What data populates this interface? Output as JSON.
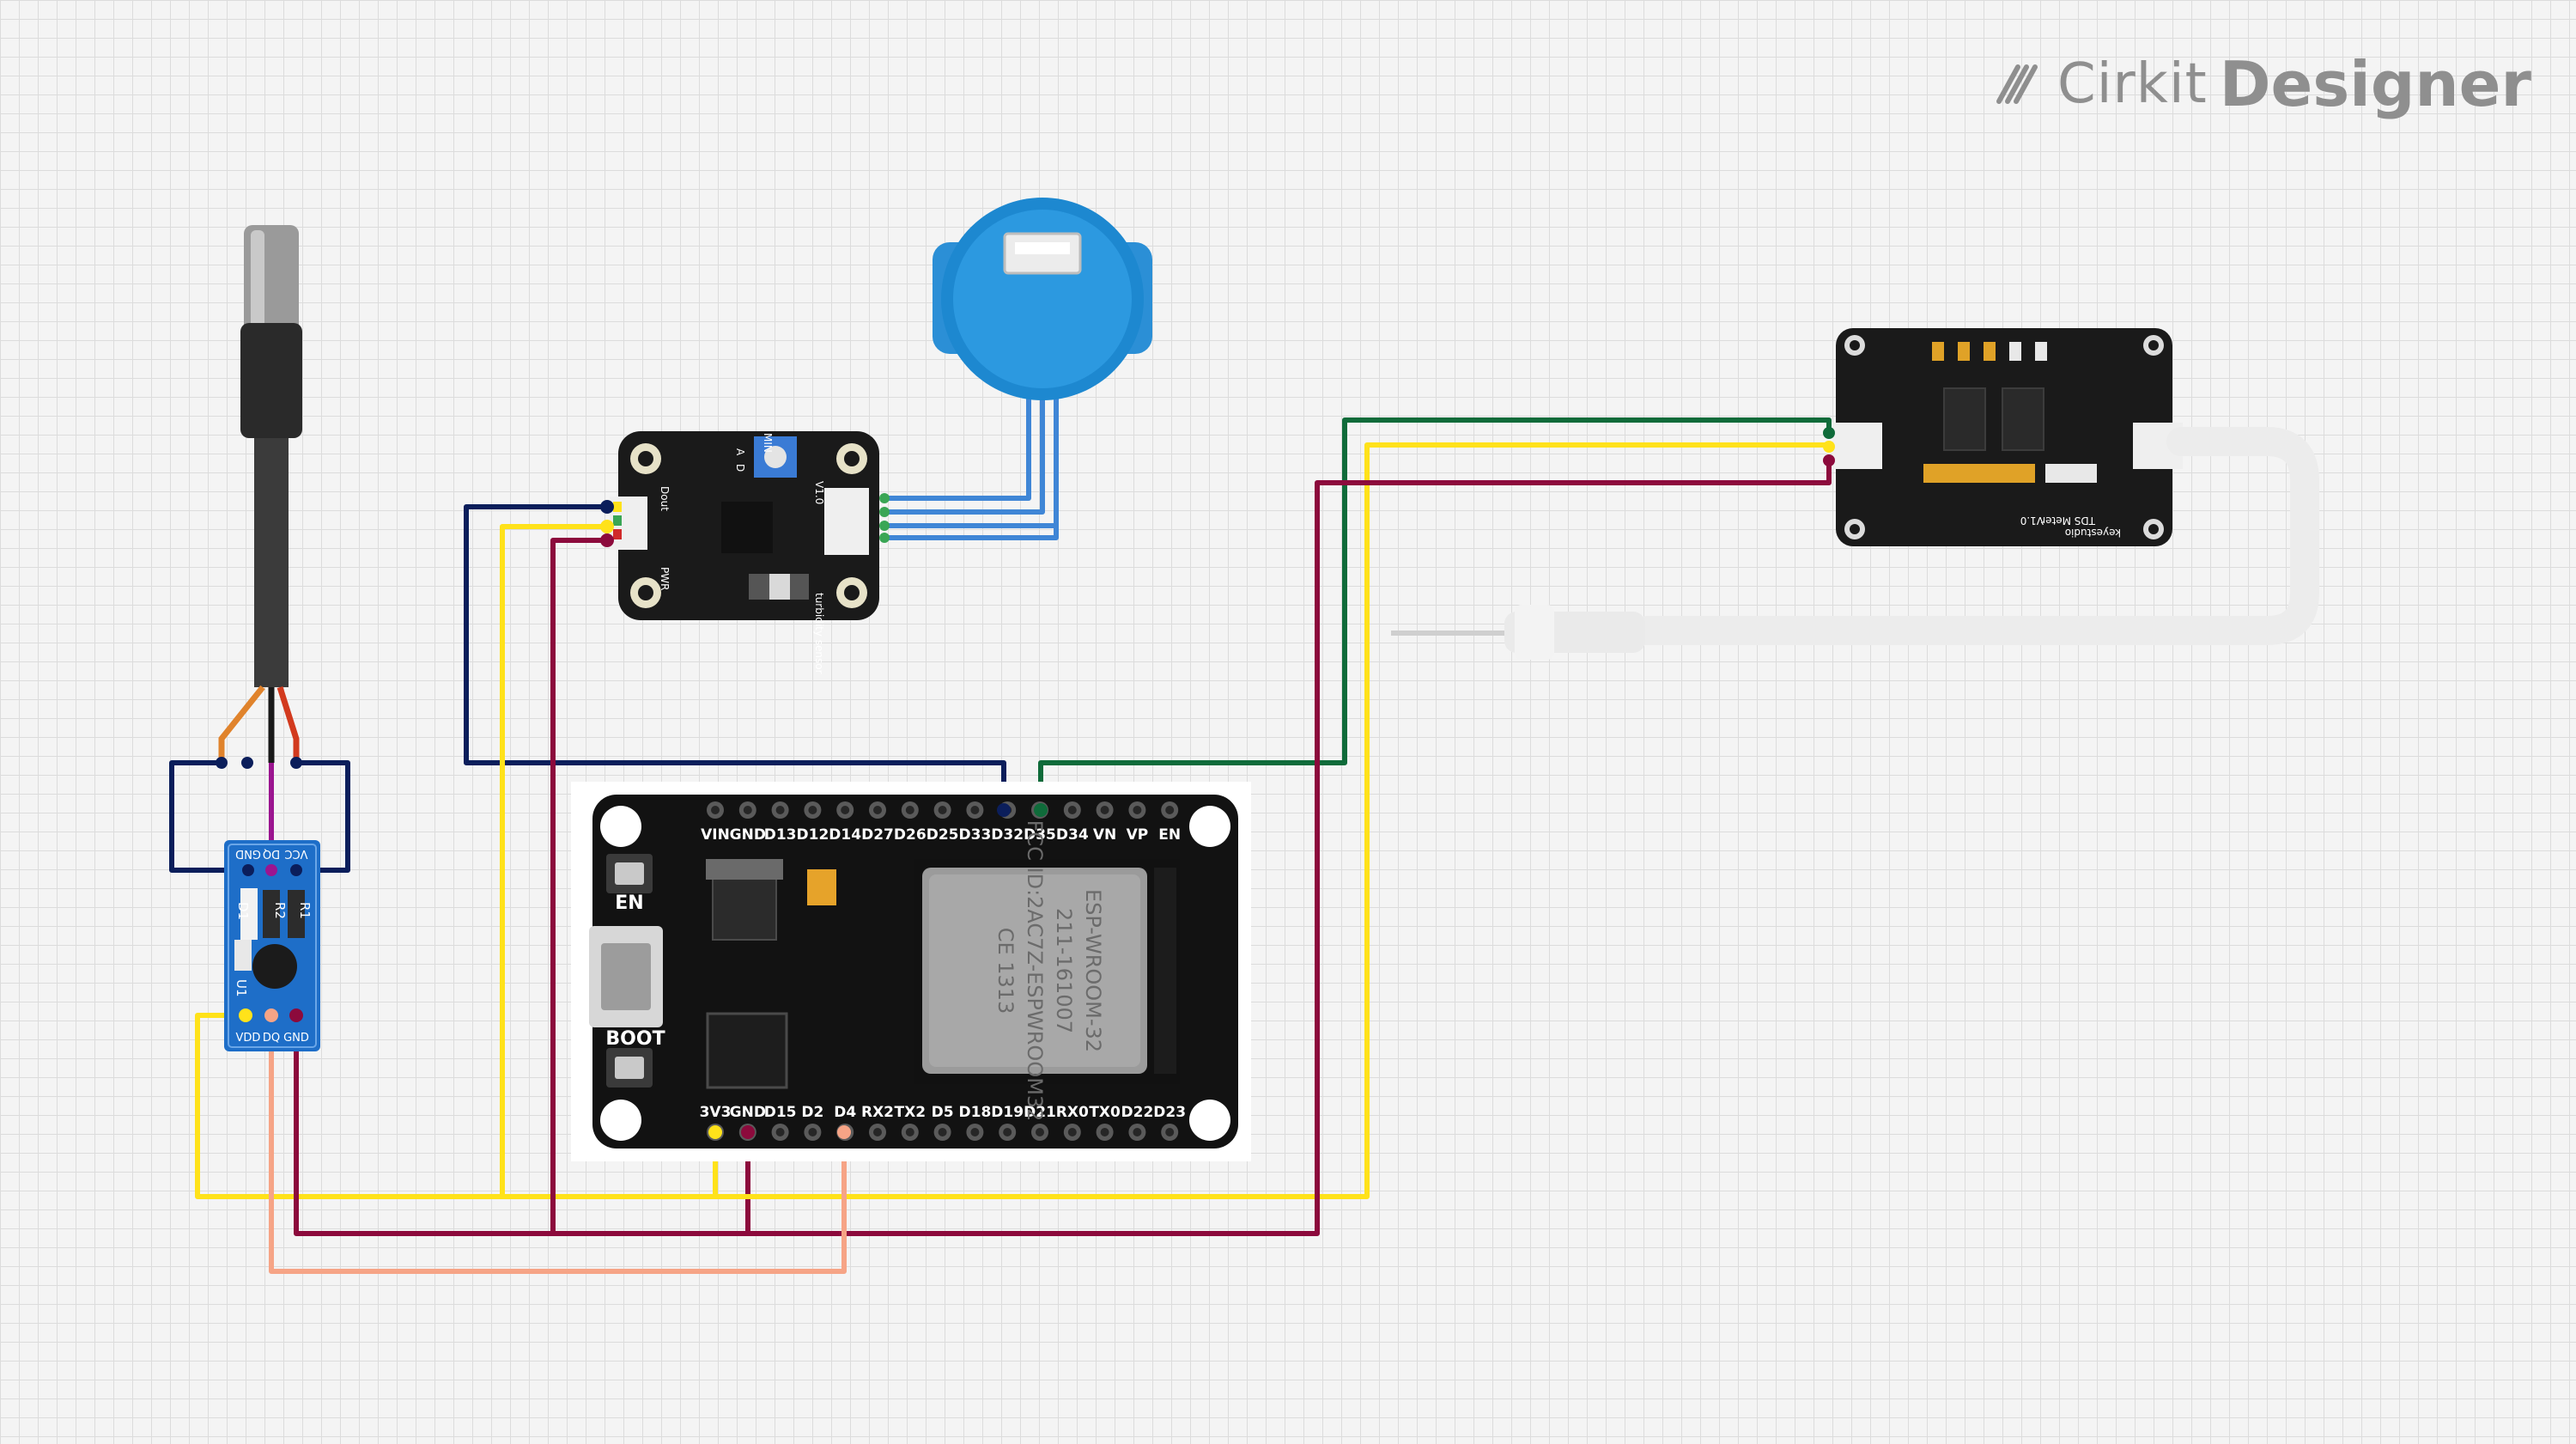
{
  "app": {
    "brand": "Cirkit",
    "product": "Designer"
  },
  "esp32": {
    "top_pins": [
      "VIN",
      "GND",
      "D13",
      "D12",
      "D14",
      "D27",
      "D26",
      "D25",
      "D33",
      "D32",
      "D35",
      "D34",
      "VN",
      "VP",
      "EN"
    ],
    "bottom_pins": [
      "3V3",
      "GND",
      "D15",
      "D2",
      "D4",
      "RX2",
      "TX2",
      "D5",
      "D18",
      "D19",
      "D21",
      "RX0",
      "TX0",
      "D22",
      "D23"
    ],
    "en_button": "EN",
    "boot_button": "BOOT",
    "module_lines": [
      "ESP-WROOM-32",
      "211-161007",
      "FCC ID:2AC7Z-ESPWROOM32",
      "CE 1313"
    ]
  },
  "temp_module": {
    "pins_top": [
      "GND",
      "DQ",
      "VCC"
    ],
    "pins_bottom": [
      "VDD",
      "DQ",
      "GND"
    ],
    "parts": [
      "D1",
      "R2",
      "R1",
      "U1"
    ]
  },
  "turbidity_board": {
    "labels": [
      "Dout",
      "PWR",
      "A",
      "D",
      "MIN",
      "turbidity sensor",
      "V1.0"
    ]
  },
  "tds_board": {
    "labels": [
      "TDS Meter",
      "V1.0",
      "keyestudio"
    ]
  },
  "wire_colors": {
    "navy": "#0b1e5b",
    "yellow": "#ffe21a",
    "maroon": "#8c0a3c",
    "green": "#0f6b3a",
    "salmon": "#f6a486",
    "purple": "#9b1590",
    "blue": "#3f86d6"
  }
}
